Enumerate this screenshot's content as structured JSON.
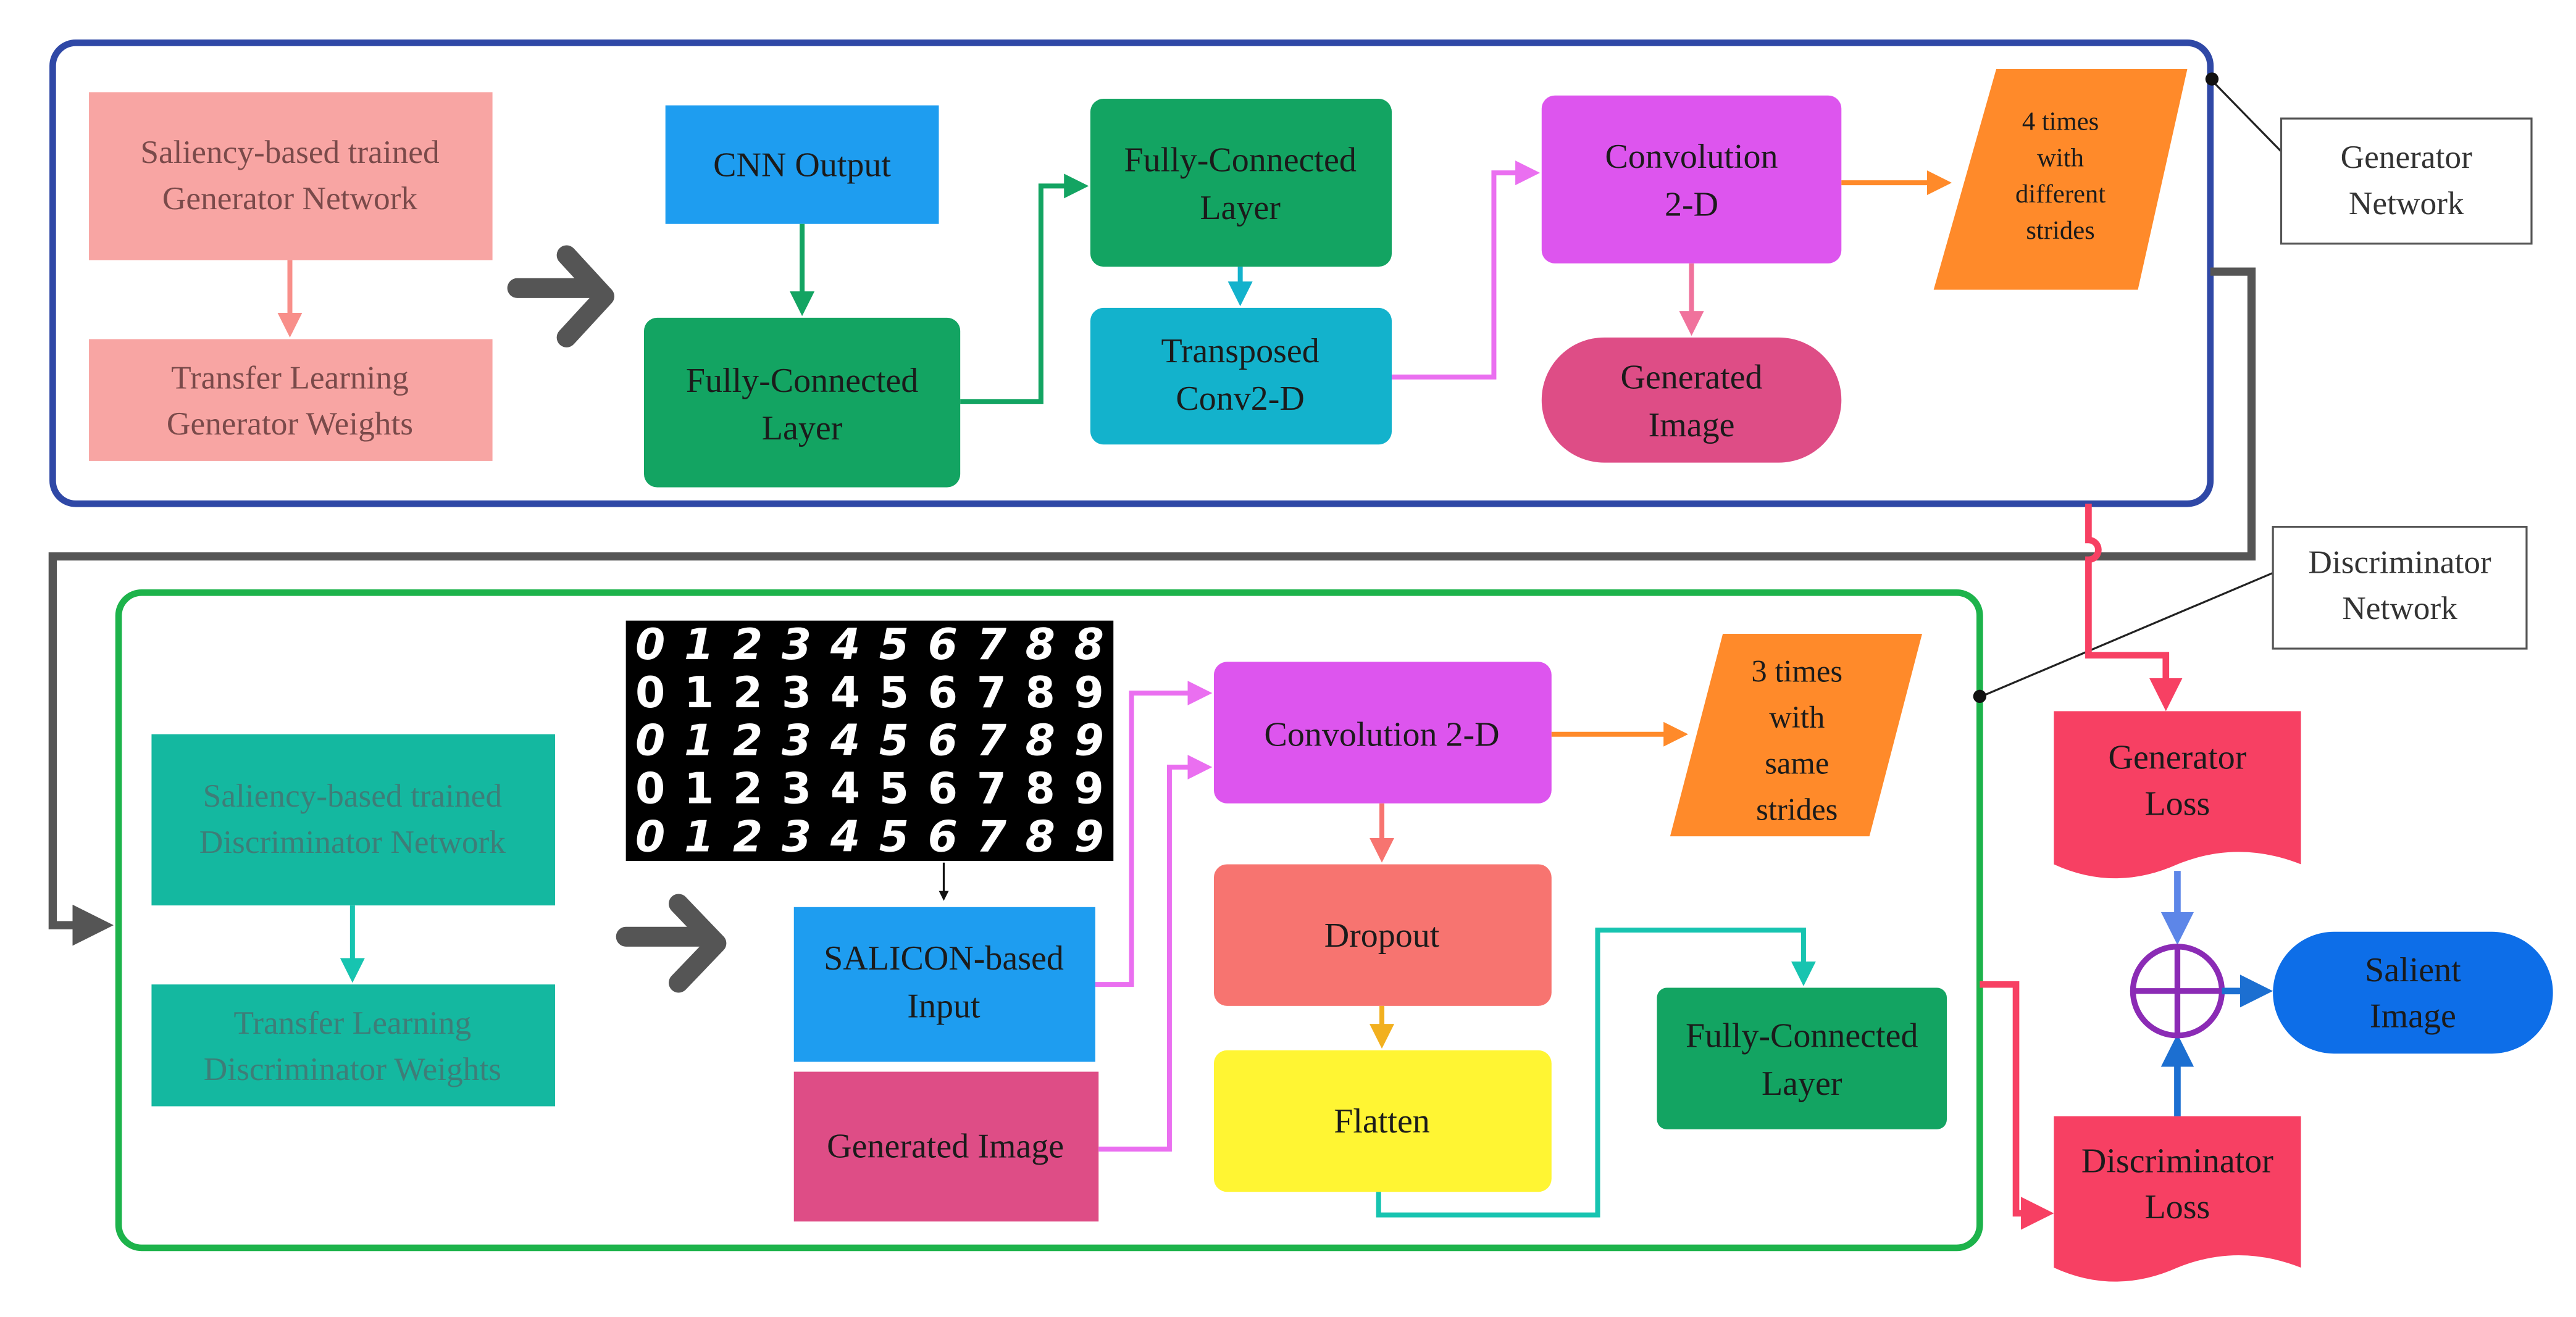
{
  "diagram": {
    "generator_callout": {
      "line1": "Generator",
      "line2": "Network"
    },
    "discriminator_callout": {
      "line1": "Discriminator",
      "line2": "Network"
    },
    "generator": {
      "pretrained": {
        "line1": "Saliency-based trained",
        "line2": "Generator Network"
      },
      "transfer": {
        "line1": "Transfer Learning",
        "line2": "Generator Weights"
      },
      "cnn_output": {
        "line1": "CNN Output"
      },
      "fc_bottom": {
        "line1": "Fully-Connected",
        "line2": "Layer"
      },
      "fc_top": {
        "line1": "Fully-Connected",
        "line2": "Layer"
      },
      "transposed": {
        "line1": "Transposed",
        "line2": "Conv2-D"
      },
      "conv": {
        "line1": "Convolution",
        "line2": "2-D"
      },
      "repeat": {
        "line1": "4 times",
        "line2": "with",
        "line3": "different",
        "line4": "strides"
      },
      "generated": {
        "line1": "Generated",
        "line2": "Image"
      }
    },
    "discriminator": {
      "pretrained": {
        "line1": "Saliency-based trained",
        "line2": "Discriminator Network"
      },
      "transfer": {
        "line1": "Transfer Learning",
        "line2": "Discriminator Weights"
      },
      "salicon": {
        "line1": "SALICON-based",
        "line2": "Input"
      },
      "generated": {
        "line1": "Generated Image"
      },
      "conv": {
        "line1": "Convolution 2-D"
      },
      "repeat": {
        "line1": "3 times",
        "line2": "with",
        "line3": "same",
        "line4": "strides"
      },
      "dropout": {
        "line1": "Dropout"
      },
      "flatten": {
        "line1": "Flatten"
      },
      "fc": {
        "line1": "Fully-Connected",
        "line2": "Layer"
      }
    },
    "losses": {
      "generator": {
        "line1": "Generator",
        "line2": "Loss"
      },
      "discriminator": {
        "line1": "Discriminator",
        "line2": "Loss"
      },
      "salient": {
        "line1": "Salient",
        "line2": "Image"
      }
    },
    "digit_grid": {
      "rows": [
        [
          "0",
          "1",
          "2",
          "3",
          "4",
          "5",
          "6",
          "7",
          "8",
          "8"
        ],
        [
          "0",
          "1",
          "2",
          "3",
          "4",
          "5",
          "6",
          "7",
          "8",
          "9"
        ],
        [
          "0",
          "1",
          "2",
          "3",
          "4",
          "5",
          "6",
          "7",
          "8",
          "9"
        ],
        [
          "0",
          "1",
          "2",
          "3",
          "4",
          "5",
          "6",
          "7",
          "8",
          "9"
        ],
        [
          "0",
          "1",
          "2",
          "3",
          "4",
          "5",
          "6",
          "7",
          "8",
          "9"
        ]
      ]
    },
    "colors": {
      "generator_border": "#2f48a6",
      "discriminator_border": "#1db34b",
      "salmon": "#f8a5a3",
      "teal_box": "#14b8a0",
      "cnn_blue": "#1e9df0",
      "green_box": "#13a462",
      "cyan_box": "#13b2cc",
      "magenta_box": "#dd55ee",
      "orange": "#ff8a2a",
      "pink_box": "#de4d86",
      "coral": "#f77470",
      "yellow": "#fff533",
      "loss_red": "#f74063",
      "salient_blue": "#0d6ee8",
      "purple": "#8b2bb5",
      "dark_gray": "#555555"
    }
  }
}
